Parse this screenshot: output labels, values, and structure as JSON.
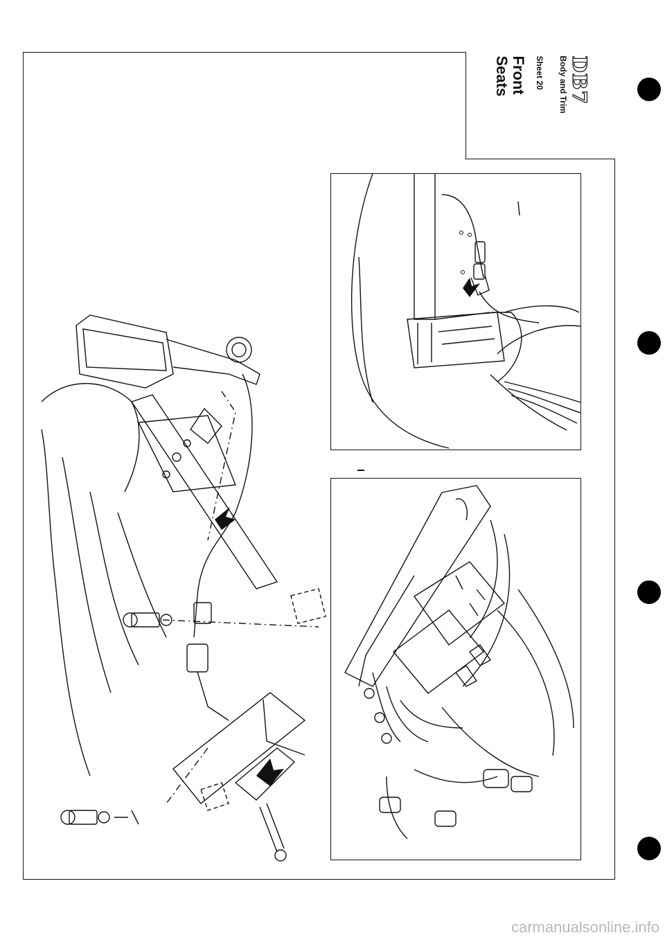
{
  "header": {
    "logo": "DB7",
    "section": "Body and Trim",
    "sheet": "Sheet 20",
    "title_line1": "Front",
    "title_line2": "Seats"
  },
  "watermark": "carmanualsonline.info"
}
